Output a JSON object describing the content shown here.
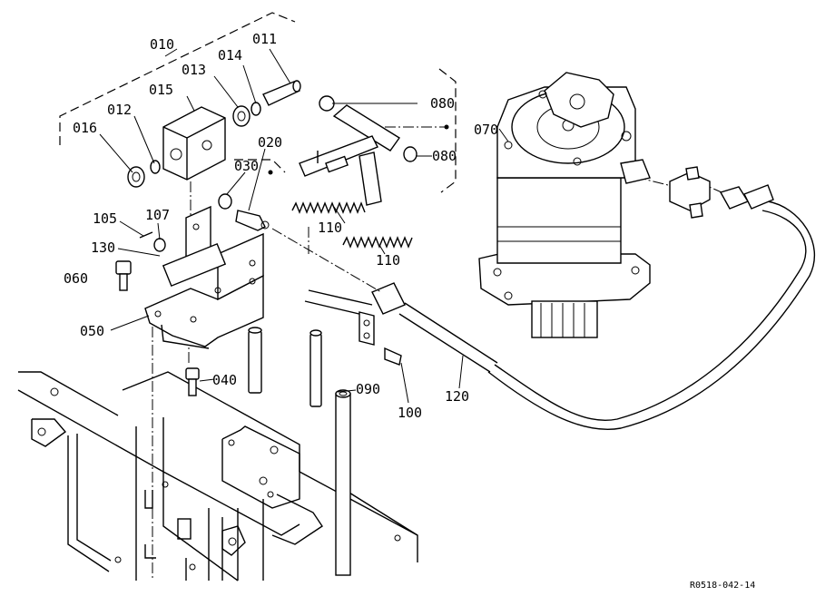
{
  "diagram": {
    "reference_code": "R0518-042-14",
    "part_labels": {
      "p010": "010",
      "p011": "011",
      "p012": "012",
      "p013": "013",
      "p014": "014",
      "p015": "015",
      "p016": "016",
      "p020": "020",
      "p030": "030",
      "p040": "040",
      "p050": "050",
      "p060": "060",
      "p070": "070",
      "p080a": "080",
      "p080b": "080",
      "p090": "090",
      "p100": "100",
      "p105": "105",
      "p107": "107",
      "p110a": "110",
      "p110b": "110",
      "p120": "120",
      "p130": "130"
    }
  }
}
